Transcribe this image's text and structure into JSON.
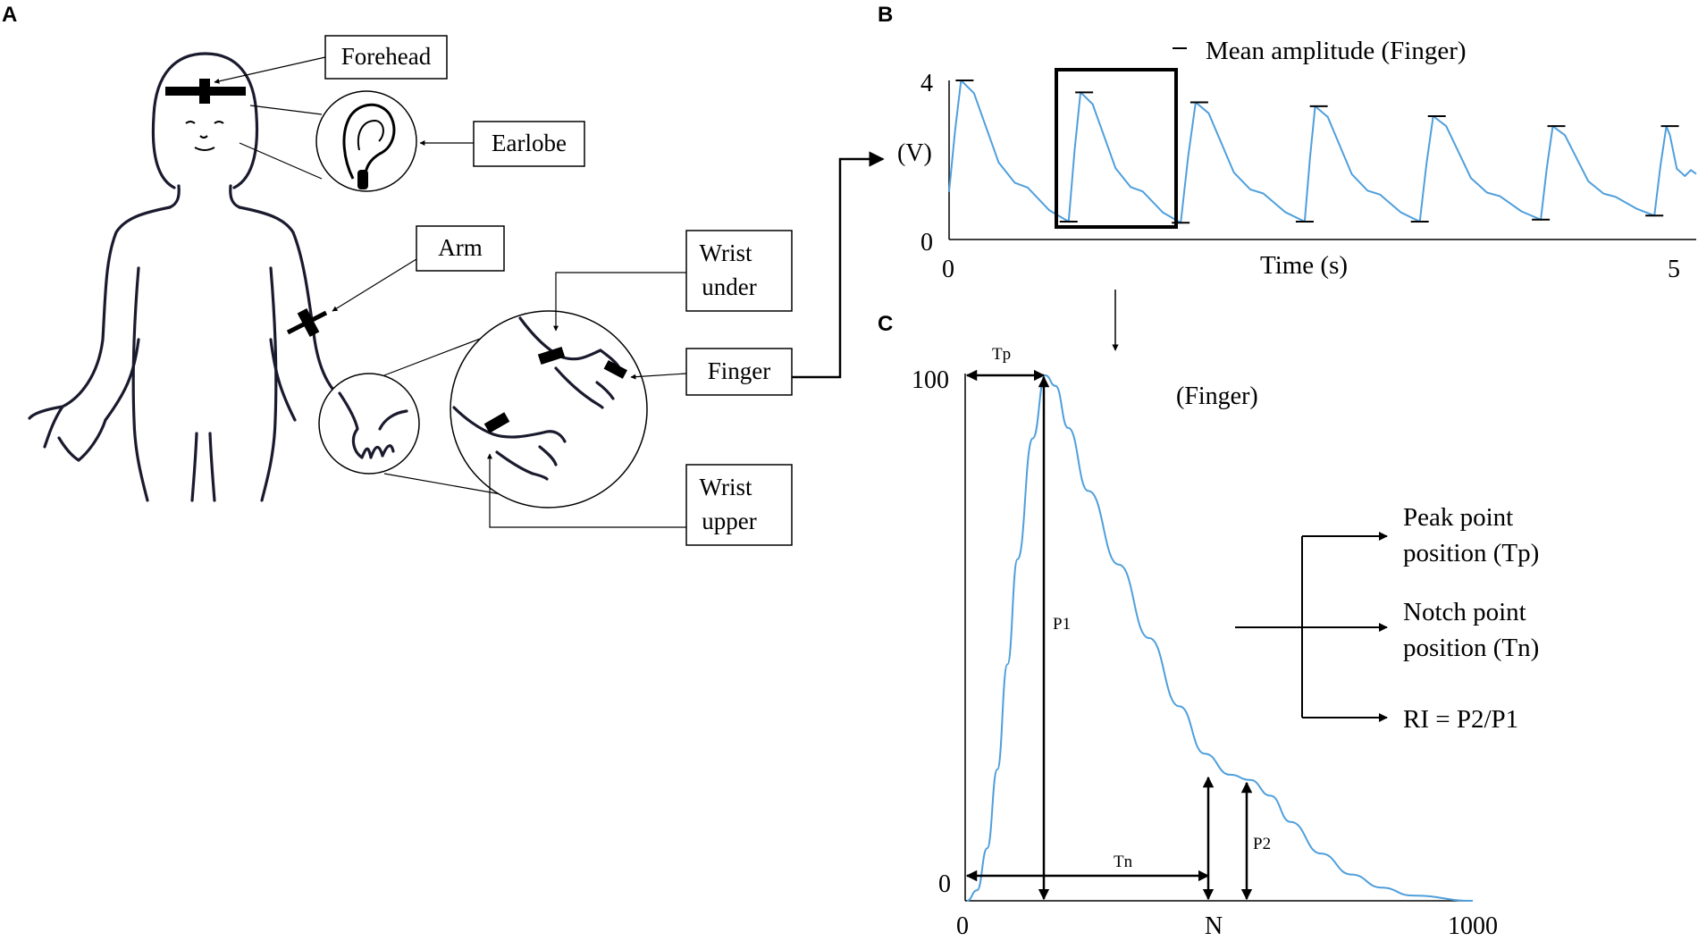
{
  "panels": {
    "a": "A",
    "b": "B",
    "c": "C"
  },
  "sites": {
    "forehead": "Forehead",
    "earlobe": "Earlobe",
    "arm": "Arm",
    "wrist_under": [
      "Wrist",
      "under"
    ],
    "finger": "Finger",
    "wrist_upper": [
      "Wrist",
      "upper"
    ]
  },
  "chart_data": [
    {
      "type": "line",
      "panel": "B",
      "legend": "Mean amplitude  (Finger)",
      "xlabel": "Time (s)",
      "ylabel": "(V)",
      "xticks": [
        "0",
        "5"
      ],
      "yticks": [
        "0",
        "4"
      ],
      "xlim": [
        0,
        5
      ],
      "ylim": [
        0,
        4
      ],
      "beats": [
        {
          "peak_t": 0.08,
          "peak_v": 4.0,
          "trough_t": 0.8,
          "trough_v": 0.45
        },
        {
          "peak_t": 0.88,
          "peak_v": 3.7,
          "trough_t": 1.55,
          "trough_v": 0.42
        },
        {
          "peak_t": 1.65,
          "peak_v": 3.45,
          "trough_t": 2.38,
          "trough_v": 0.45
        },
        {
          "peak_t": 2.45,
          "peak_v": 3.35,
          "trough_t": 3.15,
          "trough_v": 0.45
        },
        {
          "peak_t": 3.24,
          "peak_v": 3.1,
          "trough_t": 3.96,
          "trough_v": 0.5
        },
        {
          "peak_t": 4.04,
          "peak_v": 2.85,
          "trough_t": 4.72,
          "trough_v": 0.6
        },
        {
          "peak_t": 4.8,
          "peak_v": 2.85,
          "trough_t": 5.0,
          "trough_v": 1.65
        }
      ]
    },
    {
      "type": "line",
      "panel": "C",
      "legend": "(Finger)",
      "xticks": [
        "0",
        "N",
        "1000"
      ],
      "yticks": [
        "0",
        "100"
      ],
      "xlim": [
        0,
        1000
      ],
      "ylim": [
        0,
        100
      ],
      "points": [
        [
          0,
          0
        ],
        [
          20,
          2
        ],
        [
          40,
          10
        ],
        [
          60,
          25
        ],
        [
          80,
          45
        ],
        [
          100,
          65
        ],
        [
          130,
          88
        ],
        [
          155,
          100
        ],
        [
          175,
          98
        ],
        [
          200,
          90
        ],
        [
          240,
          78
        ],
        [
          300,
          64
        ],
        [
          360,
          50
        ],
        [
          420,
          37
        ],
        [
          470,
          28
        ],
        [
          520,
          24
        ],
        [
          560,
          23
        ],
        [
          600,
          20
        ],
        [
          640,
          15
        ],
        [
          700,
          9
        ],
        [
          760,
          5
        ],
        [
          820,
          2.5
        ],
        [
          880,
          1
        ],
        [
          1000,
          0
        ]
      ],
      "annotations": {
        "tp": "Tp",
        "tn": "Tn",
        "p1": "P1",
        "p2": "P2"
      }
    }
  ],
  "outputs": {
    "peak": [
      "Peak point",
      "position (Tp)"
    ],
    "notch": [
      "Notch point",
      "position (Tn)"
    ],
    "ri": "RI = P2/P1"
  },
  "colors": {
    "trace": "#4f9fdc",
    "ink": "#000000"
  }
}
